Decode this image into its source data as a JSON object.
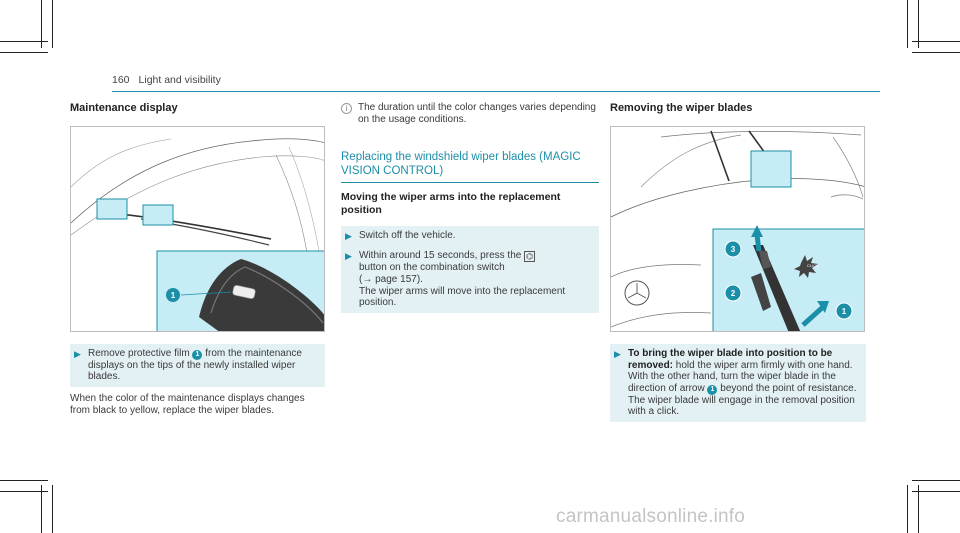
{
  "header": {
    "page_number": "160",
    "section": "Light and visibility"
  },
  "col1": {
    "title": "Maintenance display",
    "figure_callouts": [
      "1"
    ],
    "step": {
      "pre": "Remove protective film",
      "ref": "1",
      "post": "from the maintenance displays on the tips of the newly installed wiper blades."
    },
    "para": "When the color of the maintenance displays changes from black to yellow, replace the wiper blades."
  },
  "col2": {
    "note_icon": "i",
    "note": "The duration until the color changes varies depending on the usage conditions.",
    "heading": "Replacing the windshield wiper blades (MAGIC VISION CONTROL)",
    "subheading": "Moving the wiper arms into the replacement position",
    "step1": "Switch off the vehicle.",
    "step2": {
      "pre": "Within around 15 seconds, press the",
      "button_symbol": "⌬",
      "mid": "button on the combination switch",
      "ref": "(→ page 157).",
      "post": "The wiper arms will move into the replacement position."
    }
  },
  "col3": {
    "title": "Removing the wiper blades",
    "figure_callouts": [
      "3",
      "2",
      "1"
    ],
    "figure_label": "CLICK",
    "step": {
      "bold": "To bring the wiper blade into position to be removed:",
      "pre": "hold the wiper arm firmly with one hand. With the other hand, turn the wiper blade in the direction of arrow",
      "ref": "1",
      "mid": "beyond the point of resistance.",
      "post": "The wiper blade will engage in the removal position with a click."
    }
  },
  "watermark": "carmanualsonline.info",
  "colors": {
    "accent": "#1c8fa8",
    "highlight": "#c6ecf5",
    "step_bg": "#e3f1f5"
  }
}
